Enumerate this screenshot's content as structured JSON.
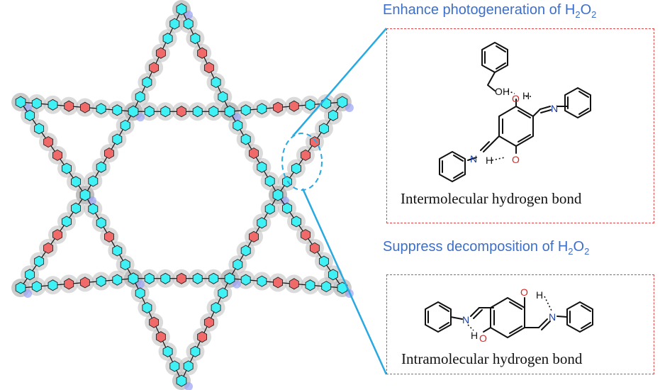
{
  "colors": {
    "heading": "#3d6fc8",
    "box_border": "#e04848",
    "pointer_line": "#29a9e1",
    "phenyl_ring": "#3ff0f4",
    "hydroxy_ring": "#f06a6a",
    "nitrogen": "#1a3fa6",
    "oxygen": "#e02020",
    "bond": "#111111",
    "framework_shadow": "#bdbdbd"
  },
  "panels": {
    "top": {
      "heading": "Enhance photogeneration of",
      "species": {
        "base": "H",
        "sub": "2",
        "mid": "O",
        "sub2": "2"
      },
      "caption": "Intermolecular hydrogen bond",
      "atoms": {
        "O": "O",
        "H": "H",
        "N": "N"
      }
    },
    "bottom": {
      "heading": "Suppress decomposition of",
      "species": {
        "base": "H",
        "sub": "2",
        "mid": "O",
        "sub2": "2"
      },
      "caption": "Intramolecular hydrogen bond",
      "atoms": {
        "O": "O",
        "H": "H",
        "N": "N"
      }
    }
  }
}
